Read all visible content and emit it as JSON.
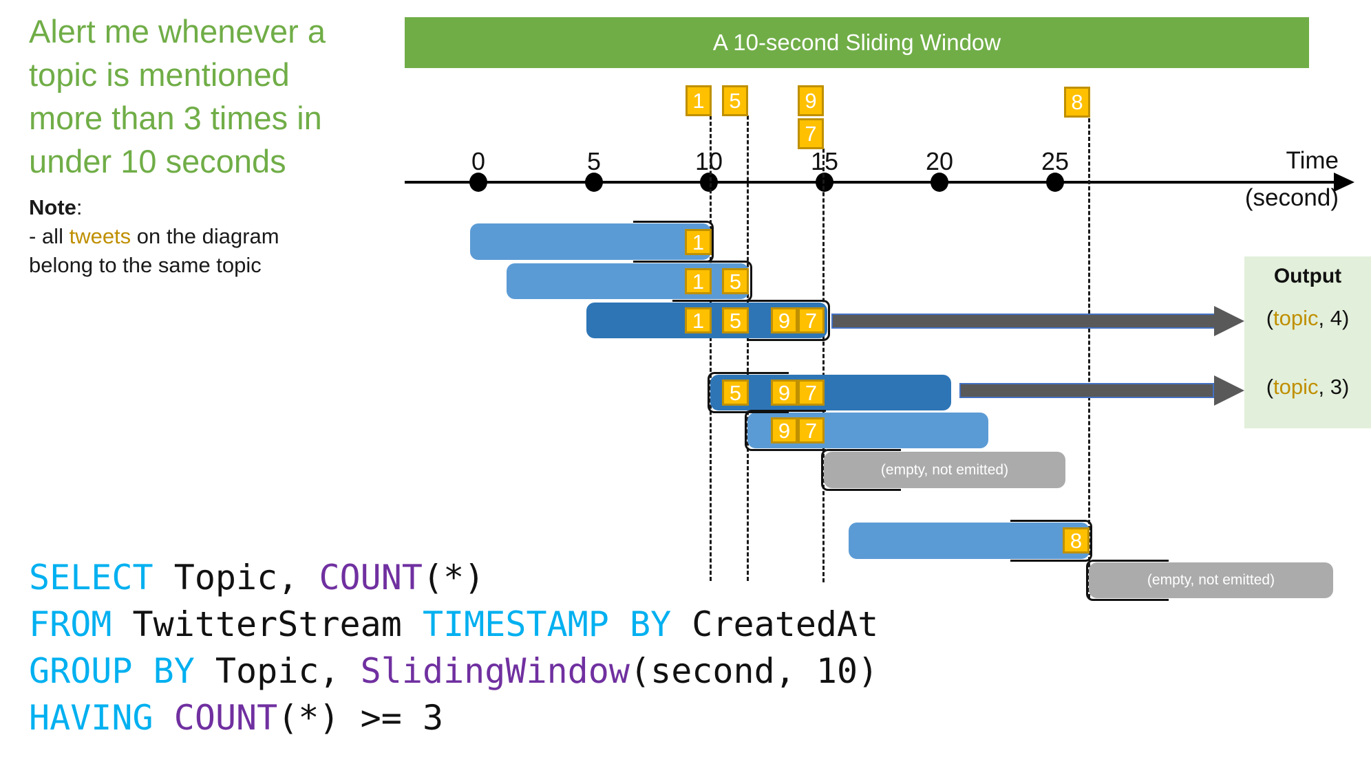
{
  "headline": {
    "lines": [
      "Alert me whenever a",
      "topic is mentioned",
      "more than 3 times in",
      "under 10 seconds"
    ]
  },
  "note": {
    "title": "Note",
    "colon": ":",
    "line1_pre": "- all ",
    "line1_em": "tweets",
    "line1_post": " on the diagram",
    "line2": "belong to the same topic"
  },
  "banner": {
    "label": "A 10-second Sliding Window"
  },
  "timeline": {
    "ticks": [
      "0",
      "5",
      "10",
      "15",
      "20",
      "25"
    ],
    "axis_label": "Time",
    "axis_unit": "(second)"
  },
  "events": {
    "e1": "1",
    "e5": "5",
    "e9": "9",
    "e7": "7",
    "e8": "8"
  },
  "windows": {
    "w1": {
      "tweets": [
        "1"
      ]
    },
    "w2": {
      "tweets": [
        "1",
        "5"
      ]
    },
    "w3": {
      "tweets": [
        "1",
        "5",
        "9",
        "7"
      ],
      "emitted": true
    },
    "w4": {
      "tweets": [
        "5",
        "9",
        "7"
      ],
      "emitted": true
    },
    "w5": {
      "tweets": [
        "9",
        "7"
      ]
    },
    "w6": {
      "label": "(empty, not emitted)"
    },
    "w7": {
      "tweets": [
        "8"
      ]
    },
    "w8": {
      "label": "(empty, not emitted)"
    }
  },
  "output_panel": {
    "title": "Output",
    "results": [
      {
        "pre": "(",
        "topic": "topic",
        "post": ", 4)"
      },
      {
        "pre": "(",
        "topic": "topic",
        "post": ", 3)"
      }
    ]
  },
  "code": {
    "lines": [
      {
        "segments": [
          {
            "t": "SELECT",
            "c": "kw"
          },
          {
            "t": " Topic, ",
            "c": "plain"
          },
          {
            "t": "COUNT",
            "c": "fn"
          },
          {
            "t": "(*)",
            "c": "plain"
          }
        ]
      },
      {
        "segments": [
          {
            "t": "FROM",
            "c": "kw"
          },
          {
            "t": " TwitterStream ",
            "c": "plain"
          },
          {
            "t": "TIMESTAMP BY",
            "c": "kw"
          },
          {
            "t": " CreatedAt",
            "c": "plain"
          }
        ]
      },
      {
        "segments": [
          {
            "t": "GROUP BY",
            "c": "kw"
          },
          {
            "t": " Topic, ",
            "c": "plain"
          },
          {
            "t": "SlidingWindow",
            "c": "fn"
          },
          {
            "t": "(second, 10)",
            "c": "plain"
          }
        ]
      },
      {
        "segments": [
          {
            "t": "HAVING",
            "c": "kw"
          },
          {
            "t": " ",
            "c": "plain"
          },
          {
            "t": "COUNT",
            "c": "fn"
          },
          {
            "t": "(*) >= 3",
            "c": "plain"
          }
        ]
      }
    ]
  },
  "colors": {
    "accent_green": "#70AD47",
    "window_light_blue": "#5B9BD5",
    "window_dark_blue": "#2E75B6",
    "tweet_orange": "#FFC000",
    "tweet_border": "#BF9000",
    "gold_text": "#BF8F00",
    "gray_bar": "#ABABAB",
    "arrow_gray": "#595959",
    "output_panel_green": "#E2EFDA",
    "code_keyword_cyan": "#00B0F0",
    "code_function_purple": "#7030A0"
  }
}
